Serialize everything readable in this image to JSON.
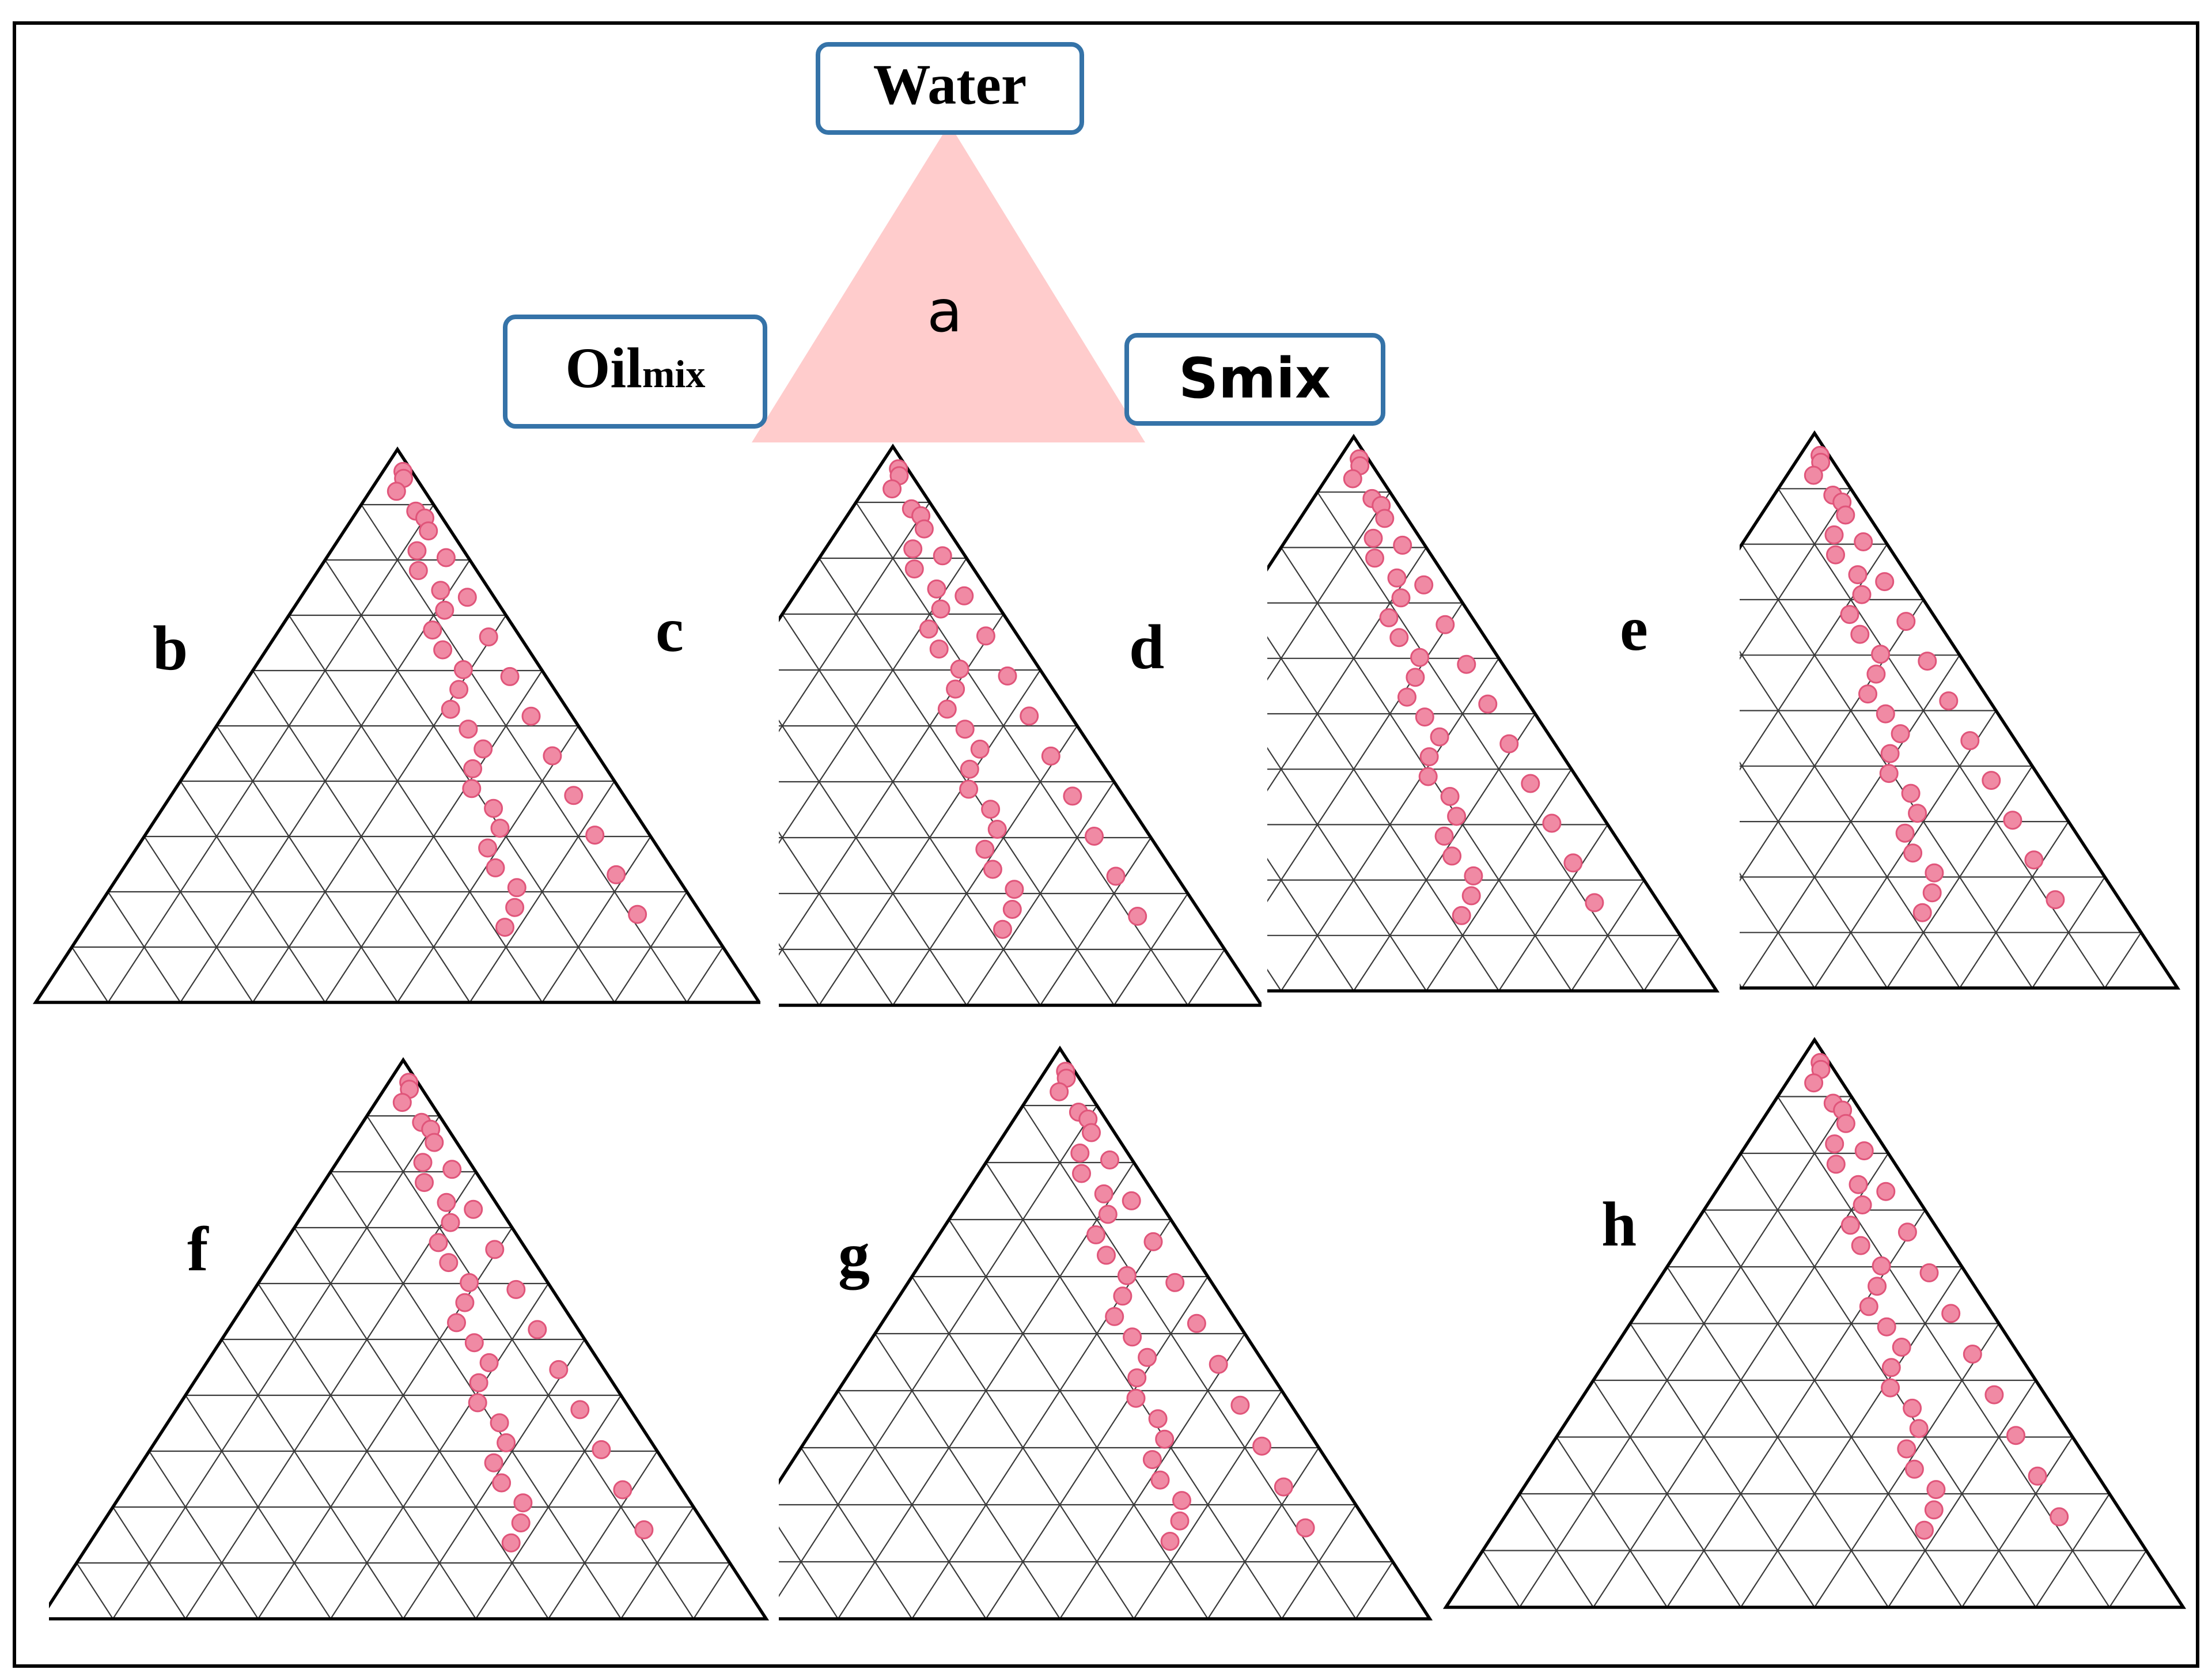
{
  "figure": {
    "vertex_labels": {
      "water": "Water",
      "oil_main": "Oil",
      "oil_sub": "mix",
      "smix": "Smix"
    },
    "legend_panel_letter": "a",
    "colors": {
      "legend_fill": "#ffcccc",
      "label_border": "#3573a8",
      "marker_fill": "#f08aa4",
      "marker_stroke": "#e0557a",
      "grid": "#3a3a3a",
      "frame": "#000000"
    }
  },
  "panels": [
    {
      "letter": "b"
    },
    {
      "letter": "c"
    },
    {
      "letter": "d"
    },
    {
      "letter": "e"
    },
    {
      "letter": "f"
    },
    {
      "letter": "g"
    },
    {
      "letter": "h"
    }
  ]
}
